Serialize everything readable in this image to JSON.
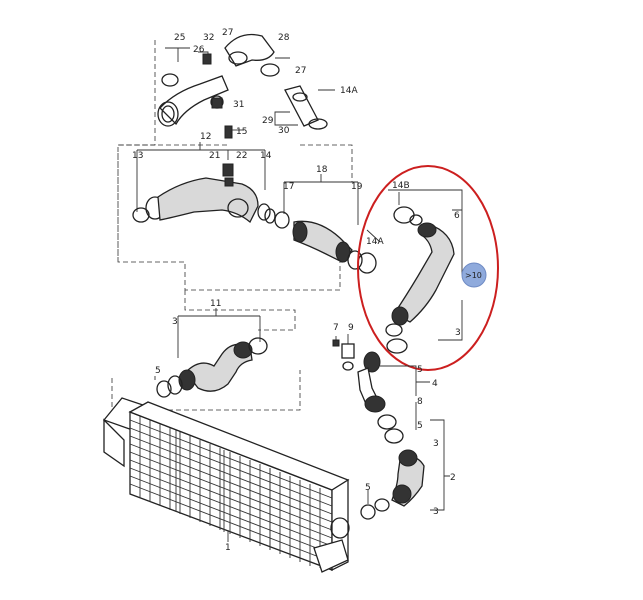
{
  "callouts": {
    "n25": "25",
    "n32": "32",
    "n26": "26",
    "n27a": "27",
    "n28": "28",
    "n27b": "27",
    "n14A_top": "14A",
    "n31": "31",
    "n29": "29",
    "n30": "30",
    "n15": "15",
    "n12": "12",
    "n13": "13",
    "n21": "21",
    "n22": "22",
    "n14_left": "14",
    "n18": "18",
    "n17": "17",
    "n19": "19",
    "n14A_mid": "14A",
    "n14B": "14B",
    "n6": "6",
    "n3_right_top": "3",
    "n10_badge": ">10",
    "n11": "11",
    "n3_left": "3",
    "n5_left": "5",
    "n7": "7",
    "n9": "9",
    "n5_mid": "5",
    "n4": "4",
    "n8": "8",
    "n5_right": "5",
    "n3_lower": "3",
    "n2": "2",
    "n3_bottom": "3",
    "n5_bottom": "5",
    "n1": "1"
  },
  "highlight": {
    "color": "#cc1f1f",
    "badge_color": "#8faadc"
  }
}
